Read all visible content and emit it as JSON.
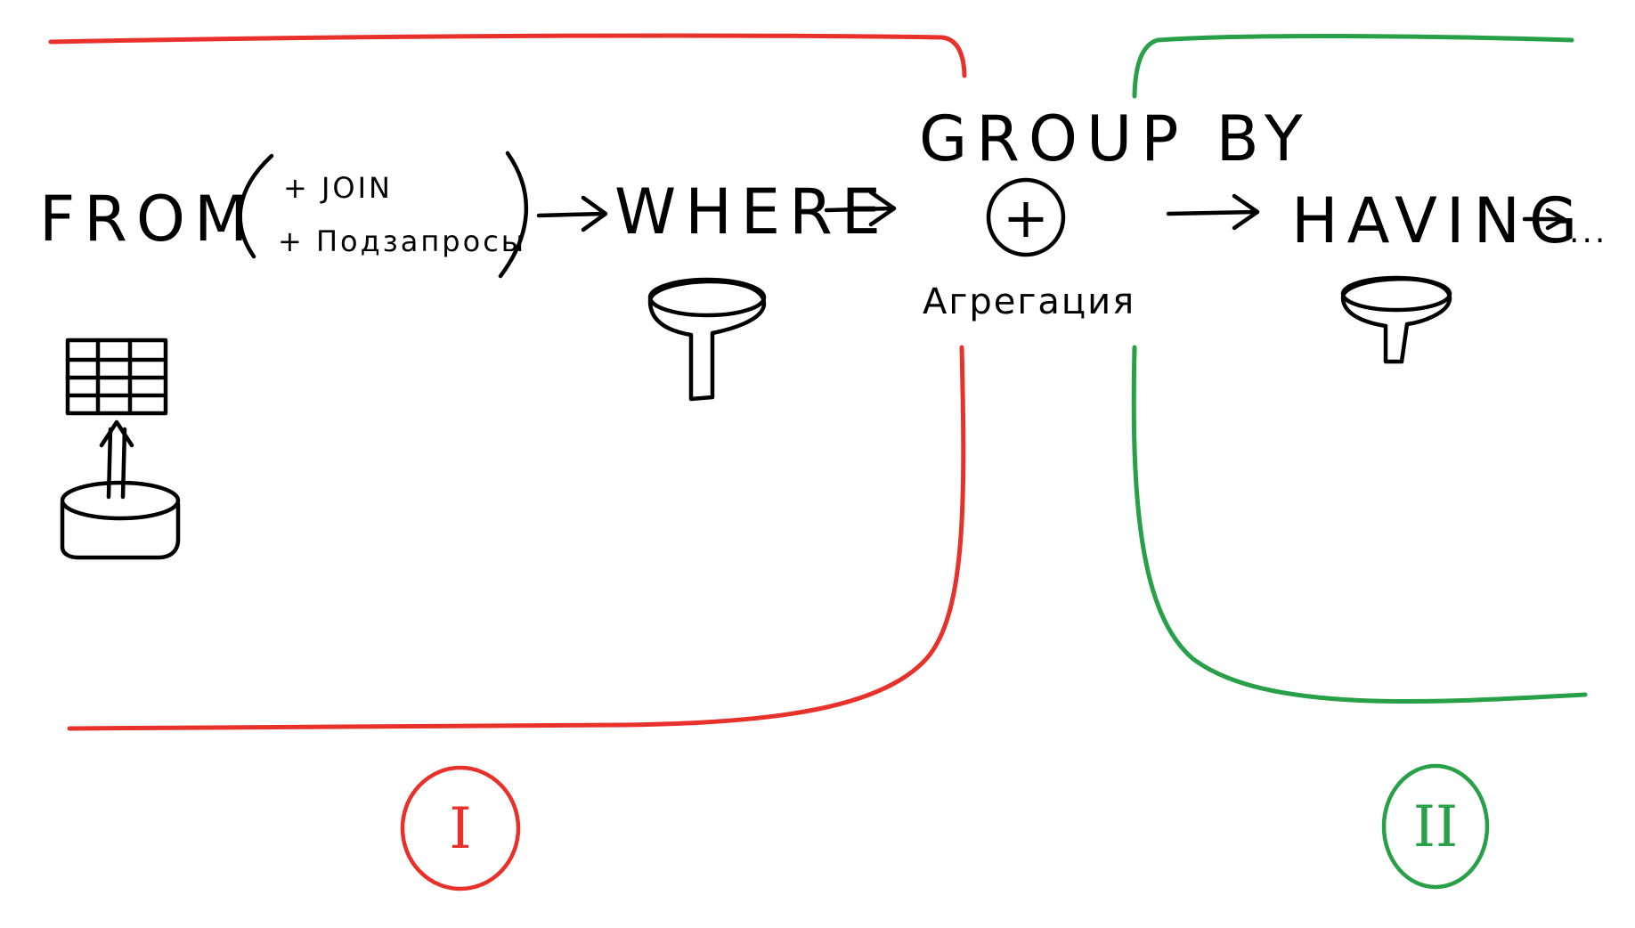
{
  "pipeline": {
    "from_label": "FROM",
    "from_addons": [
      "+ JOIN",
      "+ Подзапросы"
    ],
    "where_label": "WHERE",
    "group_by_label": "GROUP BY",
    "aggregation_symbol": "+",
    "aggregation_label": "Агрегация",
    "having_label": "HAVING",
    "continuation": "..."
  },
  "stages": [
    {
      "label": "I",
      "color": "#e8312a"
    },
    {
      "label": "II",
      "color": "#27a048"
    }
  ],
  "icons": [
    "table-icon",
    "database-icon",
    "filter-funnel-icon",
    "arrow-right-icon"
  ]
}
